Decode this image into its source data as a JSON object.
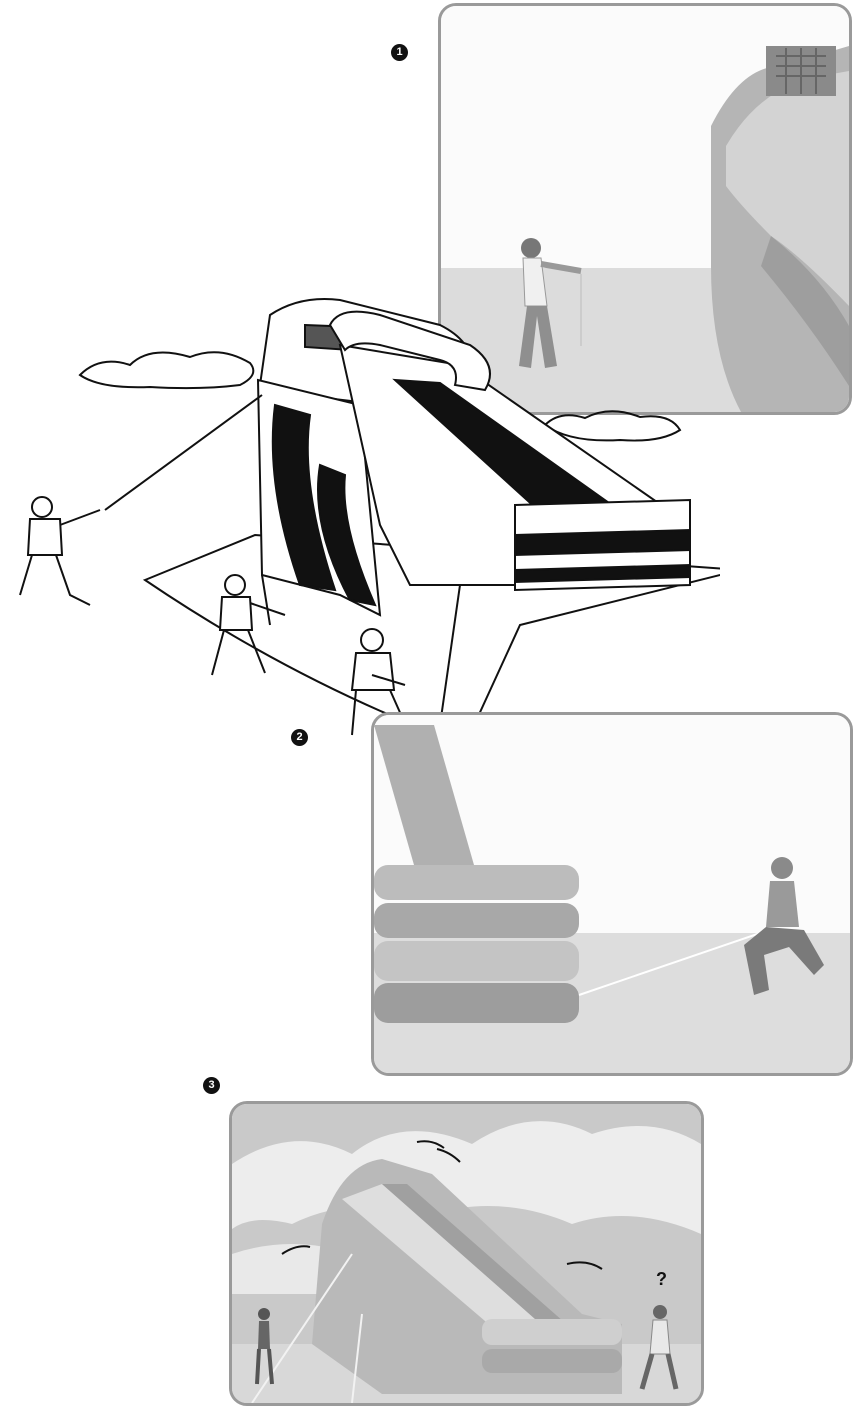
{
  "steps": {
    "one": "1",
    "two": "2",
    "three": "3"
  },
  "panel3": {
    "question_mark": "?"
  },
  "colors": {
    "panel_border": "#9a9a9a",
    "slide_gray": "#bdbdbd",
    "ground": "#e2e2e2",
    "line_art": "#111111"
  }
}
